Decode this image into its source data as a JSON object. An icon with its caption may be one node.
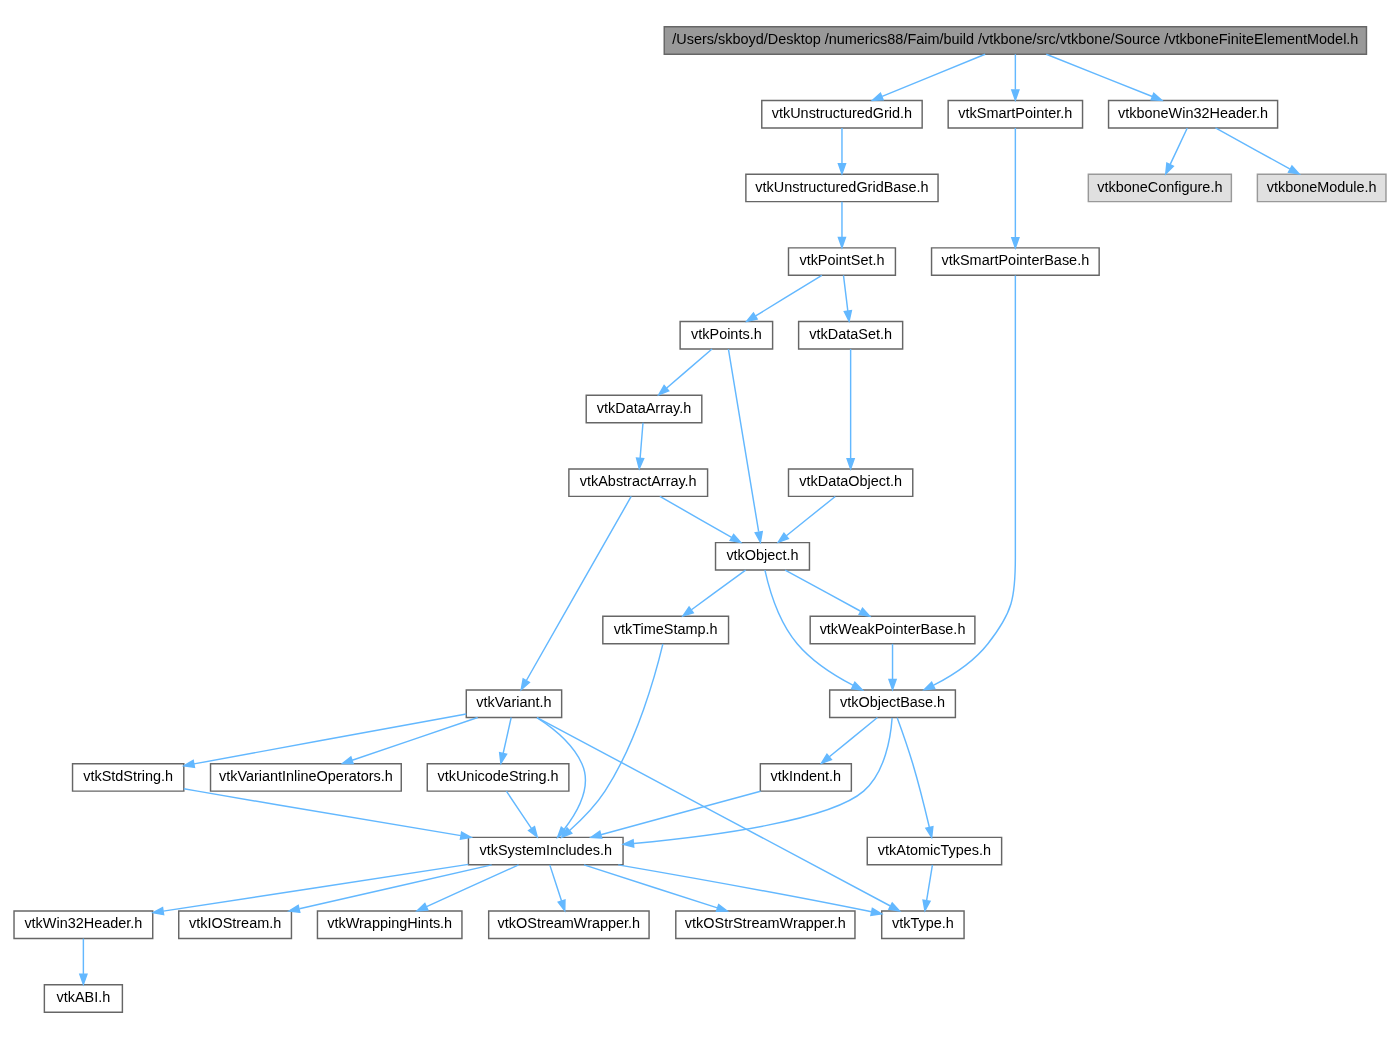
{
  "diagram": {
    "nodes": [
      {
        "text": [
          "/Users/skboyd/Desktop /numerics88/Faim/build /vtkbone/src/vtkbone/Source /vtkboneFiniteElementModel.h"
        ]
      },
      {
        "text": [
          "vtkUnstructuredGrid.h"
        ]
      },
      {
        "text": [
          "vtkSmartPointer.h"
        ]
      },
      {
        "text": [
          "vtkboneWin32Header.h"
        ]
      },
      {
        "text": [
          "vtkUnstructuredGridBase.h"
        ]
      },
      {
        "text": [
          "vtkboneConfigure.h"
        ]
      },
      {
        "text": [
          "vtkboneModule.h"
        ]
      },
      {
        "text": [
          "vtkPointSet.h"
        ]
      },
      {
        "text": [
          "vtkSmartPointerBase.h"
        ]
      },
      {
        "text": [
          "vtkPoints.h"
        ]
      },
      {
        "text": [
          "vtkDataSet.h"
        ]
      },
      {
        "text": [
          "vtkDataArray.h"
        ]
      },
      {
        "text": [
          "vtkAbstractArray.h"
        ]
      },
      {
        "text": [
          "vtkDataObject.h"
        ]
      },
      {
        "text": [
          "vtkObject.h"
        ]
      },
      {
        "text": [
          "vtkTimeStamp.h"
        ]
      },
      {
        "text": [
          "vtkWeakPointerBase.h"
        ]
      },
      {
        "text": [
          "vtkVariant.h"
        ]
      },
      {
        "text": [
          "vtkObjectBase.h"
        ]
      },
      {
        "text": [
          "vtkStdString.h"
        ]
      },
      {
        "text": [
          "vtkUnicodeString.h"
        ]
      },
      {
        "text": [
          "vtkVariantInlineOperators.h"
        ]
      },
      {
        "text": [
          "vtkIndent.h"
        ]
      },
      {
        "text": [
          "vtkSystemIncludes.h"
        ]
      },
      {
        "text": [
          "vtkAtomicTypes.h"
        ]
      },
      {
        "text": [
          "vtkWin32Header.h"
        ]
      },
      {
        "text": [
          "vtkIOStream.h"
        ]
      },
      {
        "text": [
          "vtkWrappingHints.h"
        ]
      },
      {
        "text": [
          "vtkOStreamWrapper.h"
        ]
      },
      {
        "text": [
          "vtkOStrStreamWrapper.h"
        ]
      },
      {
        "text": [
          "vtkType.h"
        ]
      },
      {
        "text": [
          "vtkABI.h"
        ]
      }
    ],
    "edges": [
      {
        "from": 0,
        "to": 1,
        "arrow": "to"
      },
      {
        "from": 0,
        "to": 2,
        "arrow": "to"
      },
      {
        "from": 0,
        "to": 3,
        "arrow": "to"
      },
      {
        "from": 1,
        "to": 4,
        "arrow": "to"
      },
      {
        "from": 2,
        "to": 8,
        "arrow": "to"
      },
      {
        "from": 3,
        "to": 5,
        "arrow": "to"
      },
      {
        "from": 3,
        "to": 6,
        "arrow": "to"
      },
      {
        "from": 4,
        "to": 7,
        "arrow": "to"
      },
      {
        "from": 7,
        "to": 9,
        "arrow": "to"
      },
      {
        "from": 7,
        "to": 10,
        "arrow": "to"
      },
      {
        "from": 8,
        "to": 18,
        "arrow": "to"
      },
      {
        "from": 9,
        "to": 11,
        "arrow": "to"
      },
      {
        "from": 9,
        "to": 14,
        "arrow": "to"
      },
      {
        "from": 10,
        "to": 13,
        "arrow": "to"
      },
      {
        "from": 11,
        "to": 12,
        "arrow": "to"
      },
      {
        "from": 12,
        "to": 14,
        "arrow": "to"
      },
      {
        "from": 12,
        "to": 17,
        "arrow": "to"
      },
      {
        "from": 13,
        "to": 14,
        "arrow": "to"
      },
      {
        "from": 14,
        "to": 15,
        "arrow": "to"
      },
      {
        "from": 14,
        "to": 16,
        "arrow": "to"
      },
      {
        "from": 14,
        "to": 18,
        "arrow": "to"
      },
      {
        "from": 15,
        "to": 23,
        "arrow": "to"
      },
      {
        "from": 16,
        "to": 18,
        "arrow": "to"
      },
      {
        "from": 17,
        "to": 19,
        "arrow": "to"
      },
      {
        "from": 17,
        "to": 20,
        "arrow": "to"
      },
      {
        "from": 17,
        "to": 23,
        "arrow": "to"
      },
      {
        "from": 17,
        "to": 21,
        "arrow": "to"
      },
      {
        "from": 17,
        "to": 30,
        "arrow": "to"
      },
      {
        "from": 18,
        "to": 23,
        "arrow": "to"
      },
      {
        "from": 18,
        "to": 22,
        "arrow": "to"
      },
      {
        "from": 18,
        "to": 24,
        "arrow": "to"
      },
      {
        "from": 19,
        "to": 23,
        "arrow": "to"
      },
      {
        "from": 20,
        "to": 23,
        "arrow": "to"
      },
      {
        "from": 22,
        "to": 23,
        "arrow": "to"
      },
      {
        "from": 23,
        "to": 25,
        "arrow": "to"
      },
      {
        "from": 23,
        "to": 26,
        "arrow": "to"
      },
      {
        "from": 23,
        "to": 27,
        "arrow": "to"
      },
      {
        "from": 23,
        "to": 28,
        "arrow": "to"
      },
      {
        "from": 23,
        "to": 29,
        "arrow": "to"
      },
      {
        "from": 23,
        "to": 30,
        "arrow": "to"
      },
      {
        "from": 24,
        "to": 30,
        "arrow": "to"
      },
      {
        "from": 25,
        "to": 31,
        "arrow": "to"
      }
    ]
  }
}
